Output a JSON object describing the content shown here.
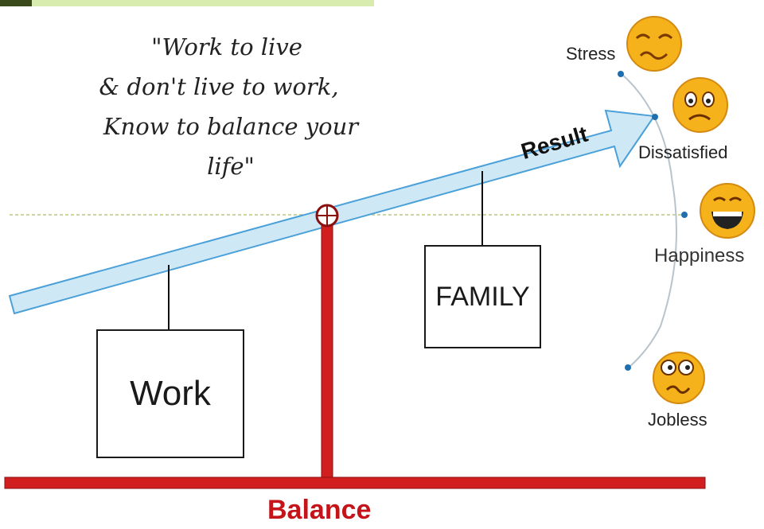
{
  "quote": {
    "line1": "\"Work to live",
    "line2": "& don't live to work,",
    "line3": "Know to balance your life\""
  },
  "labels": {
    "result": "Result",
    "work": "Work",
    "family": "FAMILY",
    "balance": "Balance",
    "stress": "Stress",
    "dissatisfied": "Dissatisfied",
    "happiness": "Happiness",
    "jobless": "Jobless"
  },
  "colors": {
    "arrow_fill": "#cfe8f6",
    "arrow_stroke": "#4aa0d8",
    "stand_red": "#d11f1f",
    "emoji_yellow": "#f5b21b",
    "dot_blue": "#1f6fb0",
    "top_bar": "#d9ecb0"
  },
  "icons": {
    "stress": "stressed-face-icon",
    "dissatisfied": "sad-face-icon",
    "happiness": "laughing-face-icon",
    "jobless": "worried-face-icon",
    "pivot": "pivot-crosshair-icon"
  }
}
